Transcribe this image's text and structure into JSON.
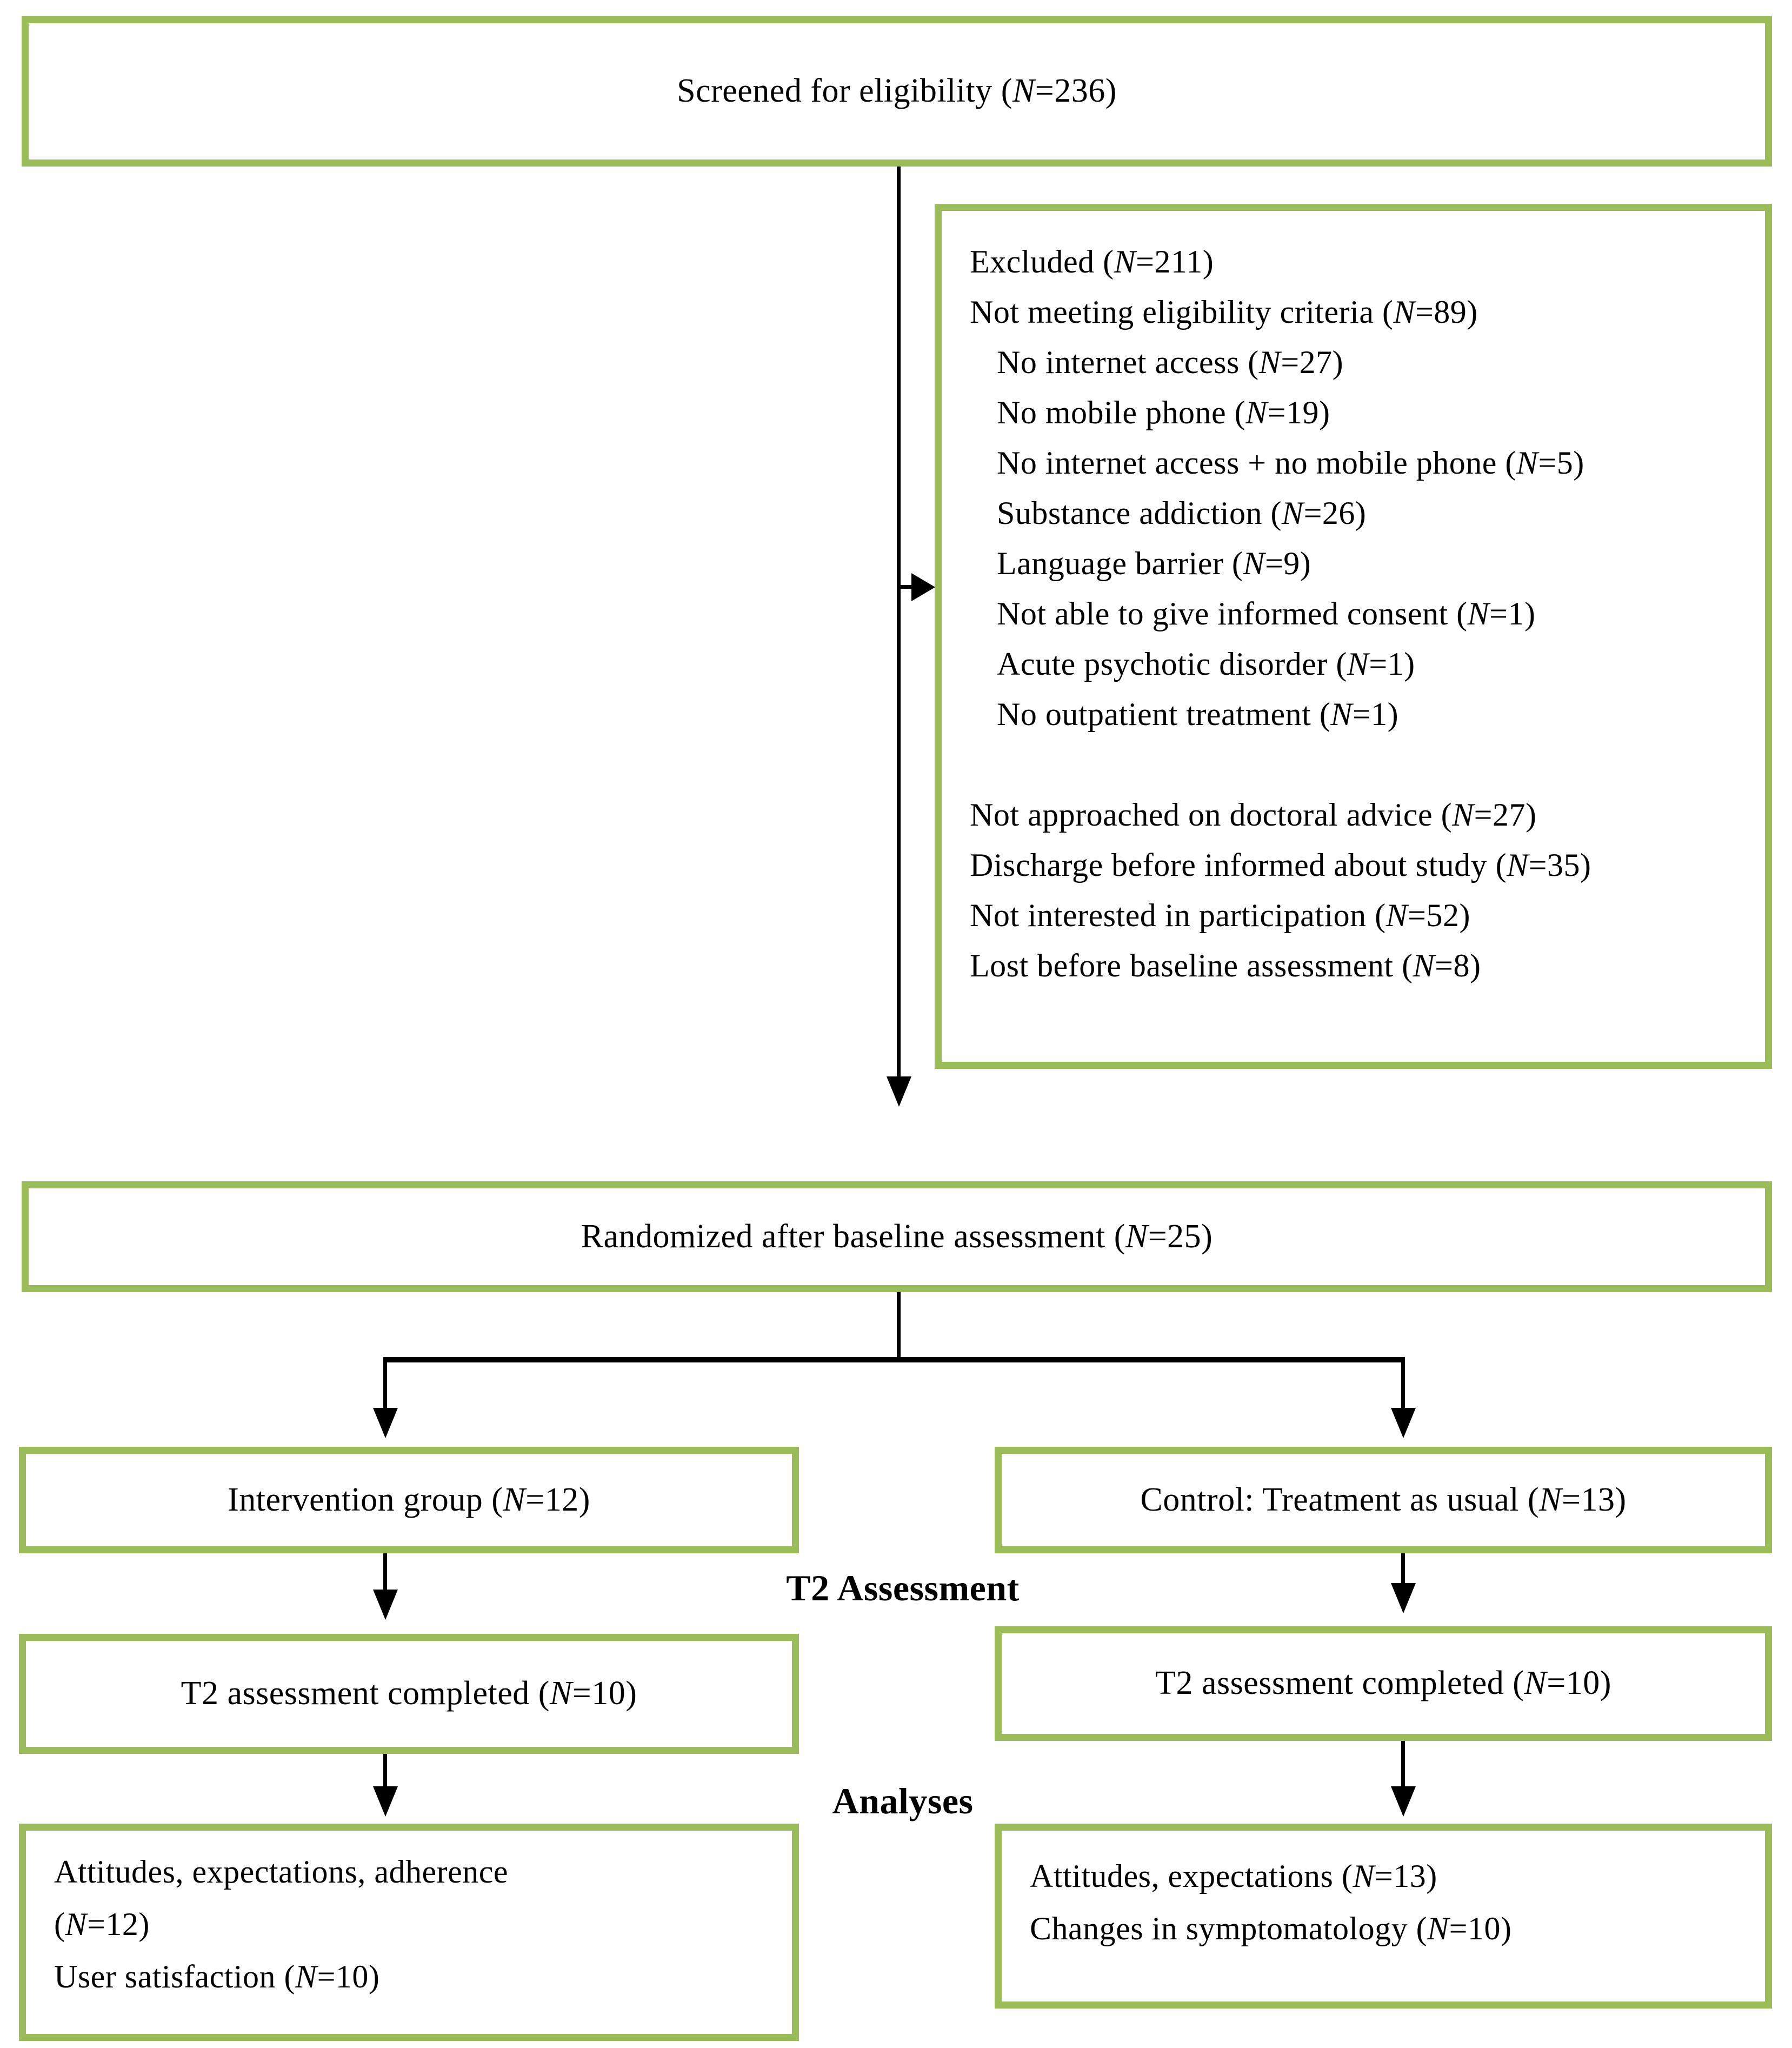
{
  "colors": {
    "box_border": "#9abc59",
    "connector": "#000000",
    "text": "#000000",
    "background": "#ffffff"
  },
  "boxes": {
    "screened": {
      "label": "Screened for eligibility (N=236)"
    },
    "excluded": {
      "lines": [
        {
          "text": "Excluded (N=211)",
          "indent": 0
        },
        {
          "text": "Not meeting eligibility criteria (N=89)",
          "indent": 0
        },
        {
          "text": "No internet access (N=27)",
          "indent": 1
        },
        {
          "text": "No mobile phone (N=19)",
          "indent": 1
        },
        {
          "text": "No internet access + no mobile phone (N=5)",
          "indent": 1
        },
        {
          "text": "Substance addiction (N=26)",
          "indent": 1
        },
        {
          "text": "Language barrier (N=9)",
          "indent": 1
        },
        {
          "text": "Not able to give informed consent (N=1)",
          "indent": 1
        },
        {
          "text": "Acute psychotic disorder (N=1)",
          "indent": 1
        },
        {
          "text": "No outpatient treatment (N=1)",
          "indent": 1
        },
        {
          "text": "Not approached on doctoral advice (N=27)",
          "indent": 0
        },
        {
          "text": "Discharge before informed about study (N=35)",
          "indent": 0
        },
        {
          "text": "Not interested in participation (N=52)",
          "indent": 0
        },
        {
          "text": "Lost before baseline assessment (N=8)",
          "indent": 0
        }
      ]
    },
    "randomized": {
      "label": "Randomized after baseline assessment (N=25)"
    },
    "intervention": {
      "label": "Intervention group (N=12)"
    },
    "control": {
      "label": "Control: Treatment as usual (N=13)"
    },
    "t2_left": {
      "label": "T2 assessment completed (N=10)"
    },
    "t2_right": {
      "label": "T2 assessment completed (N=10)"
    },
    "analysis_left": {
      "lines": [
        "Attitudes, expectations, adherence (N=12)",
        "User satisfaction (N=10)"
      ]
    },
    "analysis_right": {
      "lines": [
        "Attitudes, expectations (N=13)",
        "Changes in symptomatology (N=10)"
      ]
    }
  },
  "section_labels": {
    "t2_assessment": "T2 Assessment",
    "analyses": "Analyses"
  }
}
